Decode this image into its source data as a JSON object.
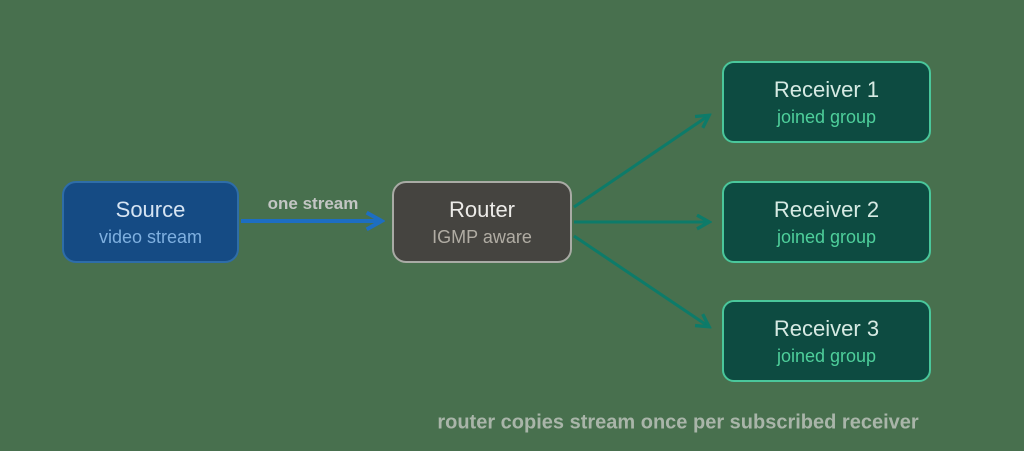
{
  "diagram": {
    "background_color": "#48704e",
    "nodes": [
      {
        "id": "source",
        "title": "Source",
        "subtitle": "video stream",
        "fill": "#154b84",
        "border": "#2e6da8",
        "title_color": "#d6e4f3",
        "subtitle_color": "#7fb0e0"
      },
      {
        "id": "router",
        "title": "Router",
        "subtitle": "IGMP aware",
        "fill": "#454440",
        "border": "#a9aba5",
        "title_color": "#ecebe8",
        "subtitle_color": "#b1ada4"
      },
      {
        "id": "receiver-1",
        "title": "Receiver 1",
        "subtitle": "joined group",
        "fill": "#0d4b41",
        "border": "#4ac79b",
        "title_color": "#d6eae3",
        "subtitle_color": "#4ecf9b"
      },
      {
        "id": "receiver-2",
        "title": "Receiver 2",
        "subtitle": "joined group",
        "fill": "#0d4b41",
        "border": "#4ac79b",
        "title_color": "#d6eae3",
        "subtitle_color": "#4ecf9b"
      },
      {
        "id": "receiver-3",
        "title": "Receiver 3",
        "subtitle": "joined group",
        "fill": "#0d4b41",
        "border": "#4ac79b",
        "title_color": "#d6eae3",
        "subtitle_color": "#4ecf9b"
      }
    ],
    "edges": [
      {
        "from": "source",
        "to": "router",
        "label": "one stream",
        "color": "#1d6ec2"
      },
      {
        "from": "router",
        "to": "receiver-1",
        "label": "",
        "color": "#0d7b69"
      },
      {
        "from": "router",
        "to": "receiver-2",
        "label": "",
        "color": "#0d7b69"
      },
      {
        "from": "router",
        "to": "receiver-3",
        "label": "",
        "color": "#0d7b69"
      }
    ],
    "caption": "router copies stream once per subscribed receiver"
  }
}
